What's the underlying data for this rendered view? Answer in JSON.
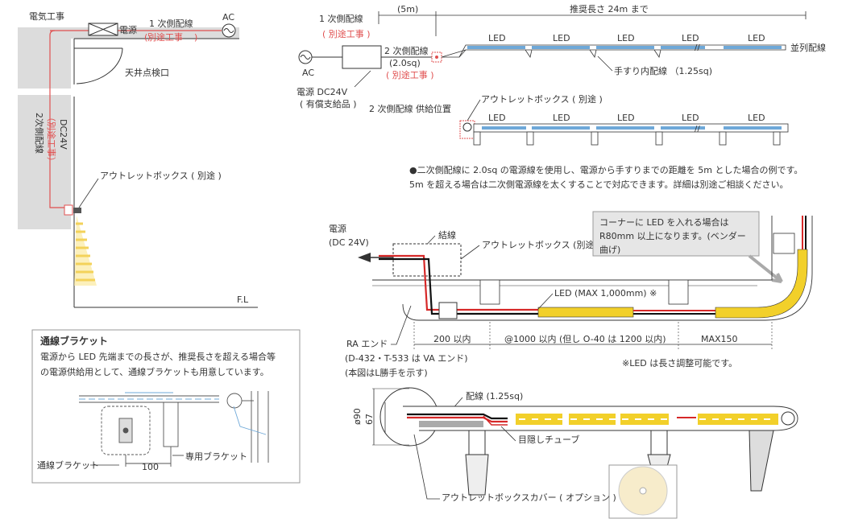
{
  "top_left": {
    "electric_work": "電気工事",
    "power": "電源",
    "primary_wiring": "1 次側配線",
    "separate_work": "別途工事",
    "ac": "AC",
    "ceiling_inspection": "天井点検口",
    "secondary_wiring": "2次側配線",
    "separate_work_paren": "（別途工事）",
    "dc24v": "DC24V",
    "outlet_box": "アウトレットボックス ( 別途 )",
    "floor_level": "F.L"
  },
  "bracket_box": {
    "title": "通線ブラケット",
    "desc_line1": "電源から LED 先端までの長さが、推奨長さを超える場合等",
    "desc_line2": "の電源供給用として、通線ブラケットも用意しています。",
    "label_bracket": "通線ブラケット",
    "label_special": "専用ブラケット",
    "dim_100": "100"
  },
  "top_right": {
    "primary_wiring": "1 次側配線",
    "separate_work_paren": "( 別途工事 )",
    "dim_5m": "(5m)",
    "recommended_length": "推奨長さ 24m まで",
    "ac": "AC",
    "secondary_wiring": "2 次側配線",
    "size_2sq": "(2.0sq)",
    "power_dc24v": "電源 DC24V",
    "paid_supply": "( 有償支給品 )",
    "led_labels": [
      "LED",
      "LED",
      "LED",
      "LED",
      "LED"
    ],
    "parallel_wiring": "並列配線",
    "handrail_wiring": "手すり内配線 （1.25sq)",
    "supply_position": "2 次側配線 供給位置",
    "outlet_box": "アウトレットボックス ( 別途 )",
    "led_labels2": [
      "LED",
      "LED",
      "LED",
      "LED",
      "LED"
    ],
    "note_line1": "●二次側配線に 2.0sq の電源線を使用し、電源から手すりまでの距離を 5m とした場合の例です。",
    "note_line2": "5m を超える場合は二次側電源線を太くすることで対応できます。詳細は別途ご相談ください。"
  },
  "middle_right": {
    "power": "電源",
    "dc24v": "(DC 24V)",
    "junction": "結線",
    "outlet_box": "アウトレットボックス (別途)",
    "corner_note": "コーナーに LED を入れる場合は R80mm 以上になります。(ベンダー曲げ)",
    "led_max": "LED (MAX 1,000mm) ※",
    "ra_end": "RA エンド",
    "ra_end_note1": "(D-432・T-533 は VA エンド)",
    "ra_end_note2": "(本図はL勝手を示す)",
    "dim_200": "200 以内",
    "dim_1000": "@1000 以内 (但し O-40 は 1200 以内)",
    "dim_max150": "MAX150",
    "led_adjust": "※LED は長さ調整可能です。"
  },
  "bottom_right": {
    "wiring": "配線 (1.25sq)",
    "phi90": "ø90",
    "dim_67": "67",
    "hide_tube": "目隠しチューブ",
    "cover": "アウトレットボックスカバー ( オプション )"
  },
  "colors": {
    "line": "#333333",
    "red": "#e05050",
    "wall_gray": "#dcdcdc",
    "led_blue": "#6ea8d8",
    "led_yellow": "#f2d02a"
  }
}
